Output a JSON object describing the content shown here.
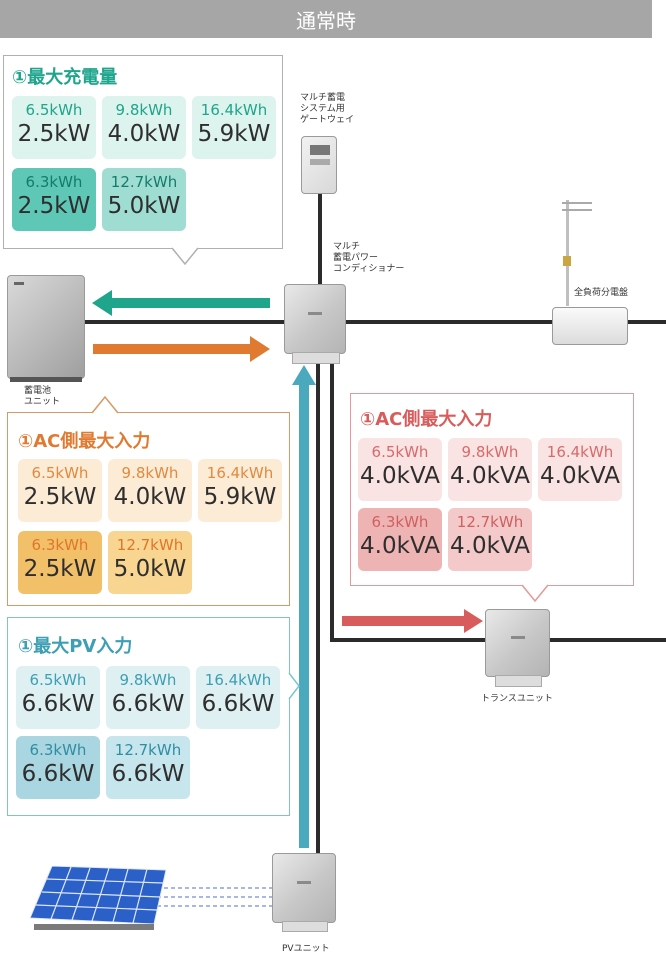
{
  "header": {
    "title": "通常時"
  },
  "labels": {
    "gateway": [
      "マルチ蓄電",
      "システム用",
      "ゲートウェイ"
    ],
    "pcs": [
      "マルチ",
      "蓄電パワー",
      "コンディショナー"
    ],
    "battery": [
      "蓄電池",
      "ユニット"
    ],
    "distribution": "全負荷分電盤",
    "trans": "トランスユニット",
    "pv": "PVユニット"
  },
  "panels": {
    "charge": {
      "title": "①最大充電量",
      "cards": [
        {
          "kwh": "6.5kWh",
          "power": "2.5kW"
        },
        {
          "kwh": "9.8kWh",
          "power": "4.0kW"
        },
        {
          "kwh": "16.4kWh",
          "power": "5.9kW"
        },
        {
          "kwh": "6.3kWh",
          "power": "2.5kW"
        },
        {
          "kwh": "12.7kWh",
          "power": "5.0kW"
        }
      ]
    },
    "ac_in": {
      "title": "①AC側最大入力",
      "cards": [
        {
          "kwh": "6.5kWh",
          "power": "2.5kW"
        },
        {
          "kwh": "9.8kWh",
          "power": "4.0kW"
        },
        {
          "kwh": "16.4kWh",
          "power": "5.9kW"
        },
        {
          "kwh": "6.3kWh",
          "power": "2.5kW"
        },
        {
          "kwh": "12.7kWh",
          "power": "5.0kW"
        }
      ]
    },
    "pv": {
      "title": "①最大PV入力",
      "cards": [
        {
          "kwh": "6.5kWh",
          "power": "6.6kW"
        },
        {
          "kwh": "9.8kWh",
          "power": "6.6kW"
        },
        {
          "kwh": "16.4kWh",
          "power": "6.6kW"
        },
        {
          "kwh": "6.3kWh",
          "power": "6.6kW"
        },
        {
          "kwh": "12.7kWh",
          "power": "6.6kW"
        }
      ]
    },
    "ac_va": {
      "title": "①AC側最大入力",
      "cards": [
        {
          "kwh": "6.5kWh",
          "power": "4.0kVA"
        },
        {
          "kwh": "9.8kWh",
          "power": "4.0kVA"
        },
        {
          "kwh": "16.4kWh",
          "power": "4.0kVA"
        },
        {
          "kwh": "6.3kWh",
          "power": "4.0kVA"
        },
        {
          "kwh": "12.7kWh",
          "power": "4.0kVA"
        }
      ]
    }
  },
  "colors": {
    "teal": "#1fa58c",
    "orange": "#e07a30",
    "blue": "#4aa9bd",
    "red": "#d85c5c"
  }
}
